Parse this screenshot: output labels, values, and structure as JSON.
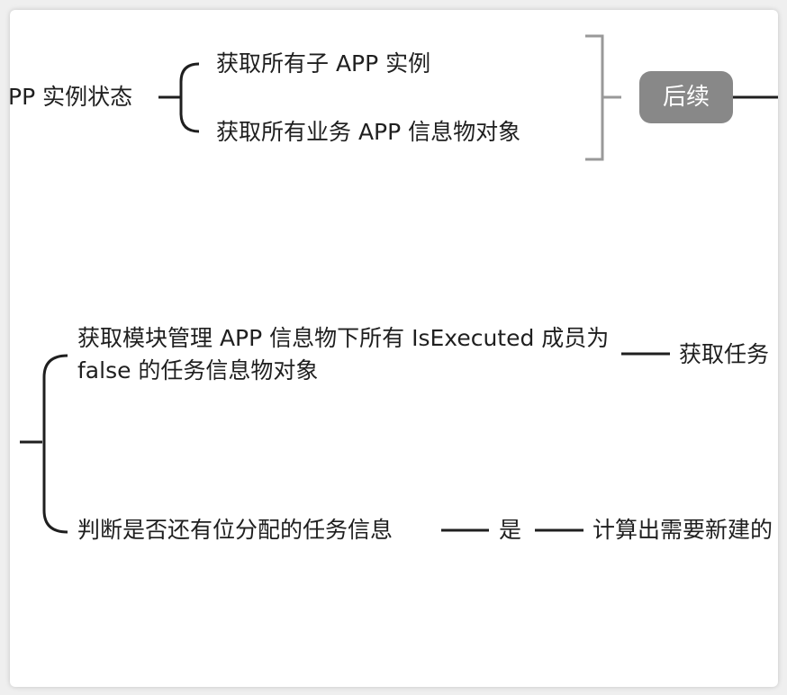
{
  "colors": {
    "line": "#1f1f1f",
    "bracket": "#999999",
    "pill_bg": "#888888",
    "pill_text": "#ffffff"
  },
  "nodes": {
    "app_instance_state": "PP 实例状态",
    "get_child_app_instances": "获取所有子 APP 实例",
    "get_business_app_info": "获取所有业务 APP 信息物对象",
    "followup": "后续",
    "get_unexecuted_tasks": "获取模块管理 APP 信息物下所有 IsExecuted 成员为 false 的任务信息物对象",
    "get_tasks_partial": "获取任务",
    "check_unassigned": "判断是否还有位分配的任务信息",
    "yes": "是",
    "calc_new_partial": "计算出需要新建的"
  }
}
